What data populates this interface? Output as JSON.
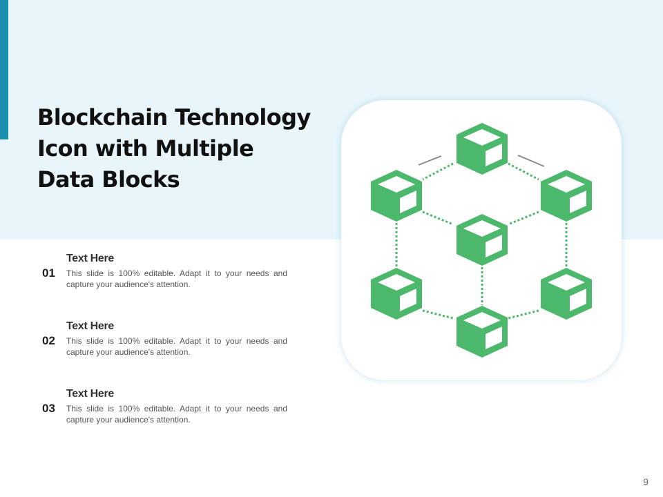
{
  "slide": {
    "title_lines": [
      "Blockchain Technology",
      "Icon with Multiple",
      "Data Blocks"
    ],
    "page_number": "9"
  },
  "items": [
    {
      "number": "01",
      "heading": "Text Here",
      "body": "This slide is 100% editable. Adapt it to your needs and capture your audience's attention."
    },
    {
      "number": "02",
      "heading": "Text Here",
      "body": "This slide is 100% editable. Adapt it to your needs and capture your audience's attention."
    },
    {
      "number": "03",
      "heading": "Text Here",
      "body": "This slide is 100% editable. Adapt it to your needs and capture your audience's attention."
    }
  ],
  "icon": {
    "name": "blockchain-network-icon",
    "block_count": 7,
    "color": "#4cb86b"
  },
  "colors": {
    "top_band": "#e8f6fc",
    "accent_bar": "#1b8fb0",
    "icon_green": "#4cb86b"
  }
}
